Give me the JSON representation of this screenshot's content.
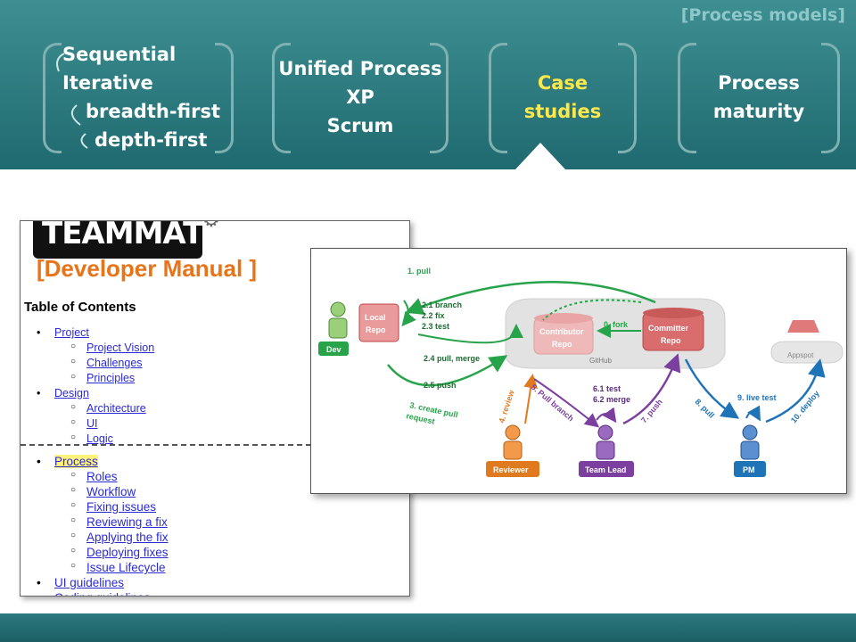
{
  "deck_tag": "[Process models]",
  "tabs": [
    {
      "lines": [
        "Sequential",
        "Iterative",
        "breadth-first",
        "depth-first"
      ],
      "active": false
    },
    {
      "lines": [
        "Unified Process",
        "XP",
        "Scrum"
      ],
      "active": false
    },
    {
      "lines": [
        "Case",
        "studies"
      ],
      "active": true
    },
    {
      "lines": [
        "Process",
        "maturity"
      ],
      "active": false
    }
  ],
  "doc": {
    "logo": "TEAMMATES",
    "title": "[Developer Manual ]",
    "toc_heading": "Table of Contents",
    "toc": [
      {
        "label": "Project",
        "level": 1
      },
      {
        "label": "Project Vision",
        "level": 2
      },
      {
        "label": "Challenges",
        "level": 2
      },
      {
        "label": "Principles",
        "level": 2
      },
      {
        "label": "Design",
        "level": 1
      },
      {
        "label": "Architecture",
        "level": 2
      },
      {
        "label": "UI",
        "level": 2
      },
      {
        "label": "Logic",
        "level": 2
      }
    ],
    "toc2": [
      {
        "label": "Process",
        "level": 1,
        "highlight": true
      },
      {
        "label": "Roles",
        "level": 2
      },
      {
        "label": "Workflow",
        "level": 2
      },
      {
        "label": "Fixing issues",
        "level": 2
      },
      {
        "label": "Reviewing a fix",
        "level": 2
      },
      {
        "label": "Applying the fix",
        "level": 2
      },
      {
        "label": "Deploying fixes",
        "level": 2
      },
      {
        "label": "Issue Lifecycle",
        "level": 2
      },
      {
        "label": "UI guidelines",
        "level": 1
      },
      {
        "label": "Coding guidelines",
        "level": 1
      }
    ]
  },
  "flow": {
    "local_repo": "Local\nRepo",
    "contributor_repo": "Contributor\nRepo",
    "committer_repo": "Committer\nRepo",
    "github": "GitHub",
    "appspot": "Appspot",
    "roles": {
      "dev": "Dev",
      "reviewer": "Reviewer",
      "team_lead": "Team Lead",
      "pm": "PM"
    },
    "steps": {
      "pull1": "1. pull",
      "branch": [
        "2.1 branch",
        "2.2 fix",
        "2.3 test"
      ],
      "pull_merge": "2.4 pull, merge",
      "push": "2.5 push",
      "fork": "0. fork",
      "create_pr": [
        "3. create pull",
        "request"
      ],
      "review": "4. review",
      "pull_branch": "5. Pull branch",
      "test_merge": [
        "6.1 test",
        "6.2 merge"
      ],
      "push7": "7. push",
      "pull8": "8. pull",
      "live_test": "9. live test",
      "deploy": "10. deploy"
    },
    "colors": {
      "green": "#27a34a",
      "purple": "#7b3fa0",
      "orange": "#e07a1f",
      "blue": "#1f73b7",
      "red": "#e79a9a",
      "redDark": "#c0474a"
    }
  }
}
